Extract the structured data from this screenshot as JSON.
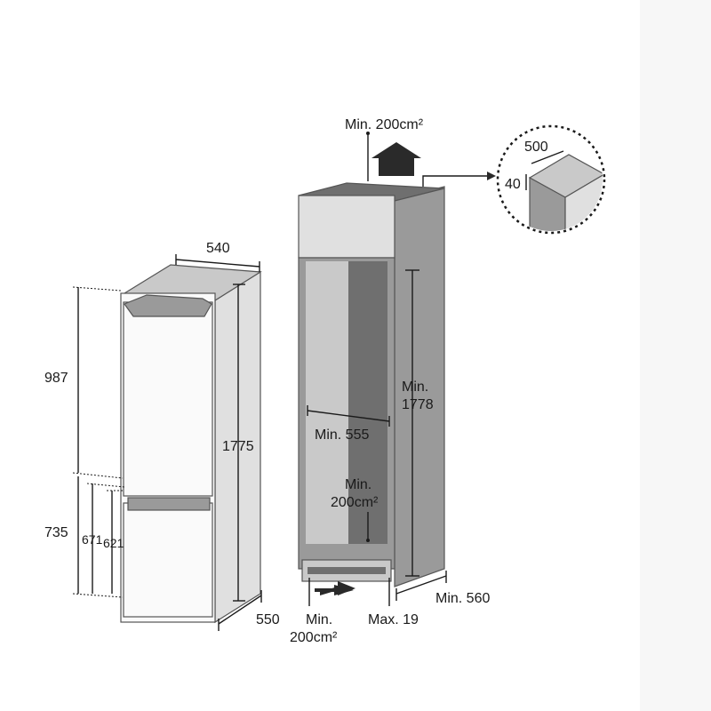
{
  "colors": {
    "background": "#f7f7f7",
    "panel": "#ffffff",
    "cabinet_dark": "#6f6f6f",
    "cabinet_mid": "#9a9a9a",
    "cabinet_light": "#c9c9c9",
    "cabinet_face": "#e0e0e0",
    "fridge_white": "#fafafa",
    "arrow": "#2a2a2a",
    "text": "#1a1a1a"
  },
  "fridge": {
    "width": "540",
    "depth": "550",
    "height": "1775",
    "upper": "987",
    "lower": "735",
    "gap_a": "671",
    "gap_b": "621"
  },
  "cabinet": {
    "top_vent": "Min. 200cm²",
    "inner_height_1": "Min.",
    "inner_height_2": "1778",
    "inner_width": "Min. 555",
    "mid_vent_1": "Min.",
    "mid_vent_2": "200cm²",
    "bottom_vent_1": "Min.",
    "bottom_vent_2": "200cm²",
    "plinth": "Max. 19",
    "depth": "Min. 560"
  },
  "detail": {
    "width": "500",
    "height": "40"
  }
}
